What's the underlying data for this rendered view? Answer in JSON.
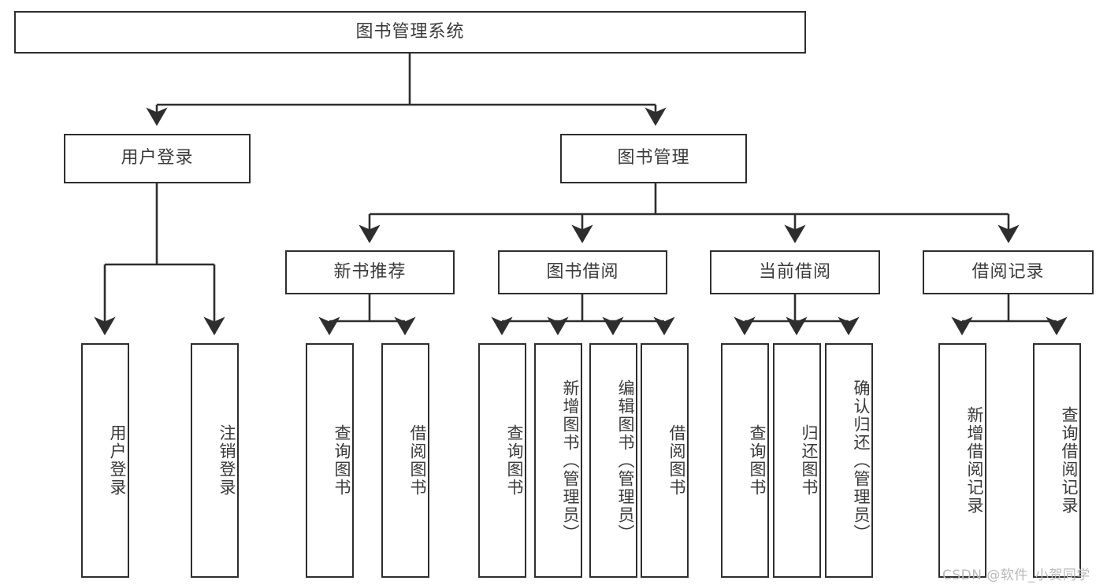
{
  "diagram": {
    "type": "tree-hierarchy",
    "title": "图书管理系统",
    "watermark": "CSDN @软件_小贺同学",
    "colors": {
      "box_border": "#2e2e2e",
      "box_fill": "#ffffff",
      "text": "#3a3a3a",
      "edge": "#2e2e2e",
      "watermark": "#b9b9b9",
      "background": "#ffffff"
    },
    "levels": {
      "root": {
        "label": "图书管理系统"
      },
      "level2": [
        {
          "label": "用户登录"
        },
        {
          "label": "图书管理"
        }
      ],
      "level3": [
        {
          "label": "新书推荐"
        },
        {
          "label": "图书借阅"
        },
        {
          "label": "当前借阅"
        },
        {
          "label": "借阅记录"
        }
      ],
      "leaves": {
        "user_login": [
          {
            "label": "用户登录"
          },
          {
            "label": "注销登录"
          }
        ],
        "new_book_recommend": [
          {
            "label": "查询图书"
          },
          {
            "label": "借阅图书"
          }
        ],
        "book_borrow": [
          {
            "label": "查询图书"
          },
          {
            "label": "新增图书（管理员）"
          },
          {
            "label": "编辑图书（管理员）"
          },
          {
            "label": "借阅图书"
          }
        ],
        "current_borrow": [
          {
            "label": "查询图书"
          },
          {
            "label": "归还图书"
          },
          {
            "label": "确认归还（管理员）"
          }
        ],
        "borrow_record": [
          {
            "label": "新增借阅记录"
          },
          {
            "label": "查询借阅记录"
          }
        ]
      }
    }
  }
}
